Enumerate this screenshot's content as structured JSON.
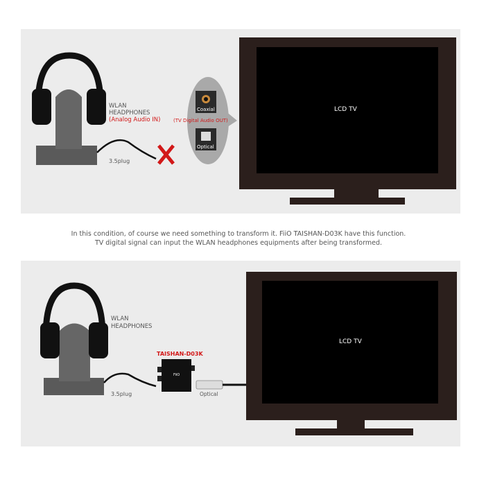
{
  "top_panel": {
    "headphones_label_1": "WLAN",
    "headphones_label_2": "HEADPHONES",
    "analog_label": "(Analog Audio IN)",
    "plug_label": "3.5plug",
    "coaxial_label": "Coaxial",
    "optical_label": "Optical",
    "tv_out_label": "(TV Digital Audio OUT)",
    "tv_label": "LCD TV"
  },
  "caption": {
    "line1": "In this condition, of course we need something to transform it. FiiO TAISHAN-D03K have this function.",
    "line2": "TV digital signal can input the WLAN headphones equipments after being transformed."
  },
  "bottom_panel": {
    "headphones_label_1": "WLAN",
    "headphones_label_2": "HEADPHONES",
    "device_label": "TAISHAN-D03K",
    "device_logo": "FiiO",
    "plug_label": "3.5plug",
    "optical_label": "Optical",
    "tv_label": "LCD TV"
  },
  "colors": {
    "panel_bg": "#ececec",
    "accent_red": "#d21818",
    "tv_frame": "#2b1f1c",
    "screen": "#000000"
  }
}
